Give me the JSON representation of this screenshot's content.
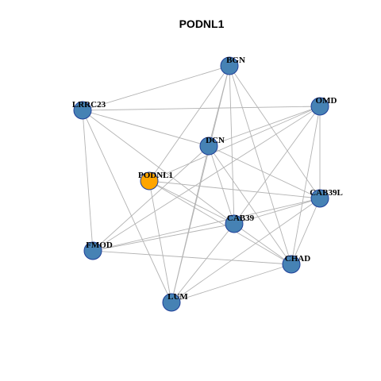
{
  "title": "PODNL1",
  "colors": {
    "node_default": "#4682b4",
    "node_highlight": "#ffa500",
    "node_border": "#1f3f99",
    "edge": "#b3b3b3"
  },
  "nodes": [
    {
      "id": "BGN",
      "label": "BGN",
      "highlight": false
    },
    {
      "id": "OMD",
      "label": "OMD",
      "highlight": false
    },
    {
      "id": "LRRC23",
      "label": "LRRC23",
      "highlight": false
    },
    {
      "id": "DCN",
      "label": "DCN",
      "highlight": false
    },
    {
      "id": "PODNL1",
      "label": "PODNL1",
      "highlight": true
    },
    {
      "id": "CAB39L",
      "label": "CAB39L",
      "highlight": false
    },
    {
      "id": "CAB39",
      "label": "CAB39",
      "highlight": false
    },
    {
      "id": "FMOD",
      "label": "FMOD",
      "highlight": false
    },
    {
      "id": "CHAD",
      "label": "CHAD",
      "highlight": false
    },
    {
      "id": "LUM",
      "label": "LUM",
      "highlight": false
    }
  ],
  "edges": [
    [
      "BGN",
      "LRRC23"
    ],
    [
      "BGN",
      "DCN"
    ],
    [
      "BGN",
      "PODNL1"
    ],
    [
      "BGN",
      "CAB39"
    ],
    [
      "BGN",
      "CAB39L"
    ],
    [
      "BGN",
      "CHAD"
    ],
    [
      "BGN",
      "LUM"
    ],
    [
      "LRRC23",
      "OMD"
    ],
    [
      "LRRC23",
      "DCN"
    ],
    [
      "LRRC23",
      "CAB39"
    ],
    [
      "LRRC23",
      "FMOD"
    ],
    [
      "LRRC23",
      "LUM"
    ],
    [
      "OMD",
      "DCN"
    ],
    [
      "OMD",
      "CAB39"
    ],
    [
      "OMD",
      "CAB39L"
    ],
    [
      "OMD",
      "CHAD"
    ],
    [
      "OMD",
      "FMOD"
    ],
    [
      "OMD",
      "PODNL1"
    ],
    [
      "DCN",
      "CAB39"
    ],
    [
      "DCN",
      "CAB39L"
    ],
    [
      "DCN",
      "CHAD"
    ],
    [
      "DCN",
      "FMOD"
    ],
    [
      "DCN",
      "LUM"
    ],
    [
      "PODNL1",
      "CAB39L"
    ],
    [
      "PODNL1",
      "CAB39"
    ],
    [
      "PODNL1",
      "CHAD"
    ],
    [
      "PODNL1",
      "LUM"
    ],
    [
      "CAB39L",
      "CAB39"
    ],
    [
      "CAB39L",
      "FMOD"
    ],
    [
      "CAB39L",
      "CHAD"
    ],
    [
      "CAB39L",
      "LUM"
    ],
    [
      "CAB39",
      "FMOD"
    ],
    [
      "CAB39",
      "CHAD"
    ],
    [
      "CAB39",
      "LUM"
    ],
    [
      "FMOD",
      "CHAD"
    ],
    [
      "CHAD",
      "LUM"
    ]
  ]
}
